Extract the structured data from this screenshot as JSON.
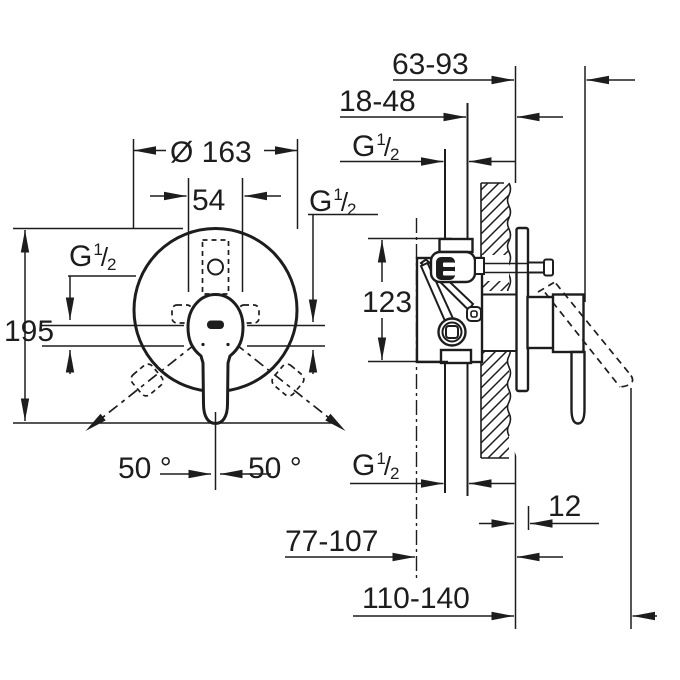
{
  "drawing": {
    "background": "#ffffff",
    "line_color": "#1d1d1d",
    "views": {
      "front_view": "wall-mixer front view with escutcheon, lever handle and swing range",
      "side_view": "wall section with concealed mixer body, escutcheon plate and lever"
    },
    "labels": {
      "escutcheon_diameter": "Ø 163",
      "handle_width": "54",
      "overall_height": "195",
      "body_height": "123",
      "angle_left": "50 °",
      "angle_right": "50 °",
      "depth_wall_to_front": "63-93",
      "elbow_to_wall": "18-48",
      "plate_thickness": "12",
      "center_to_wall": "77-107",
      "overall_projection": "110-140",
      "thread": {
        "base": "G",
        "sup": "1",
        "slash": "/",
        "sub": "2"
      }
    }
  }
}
